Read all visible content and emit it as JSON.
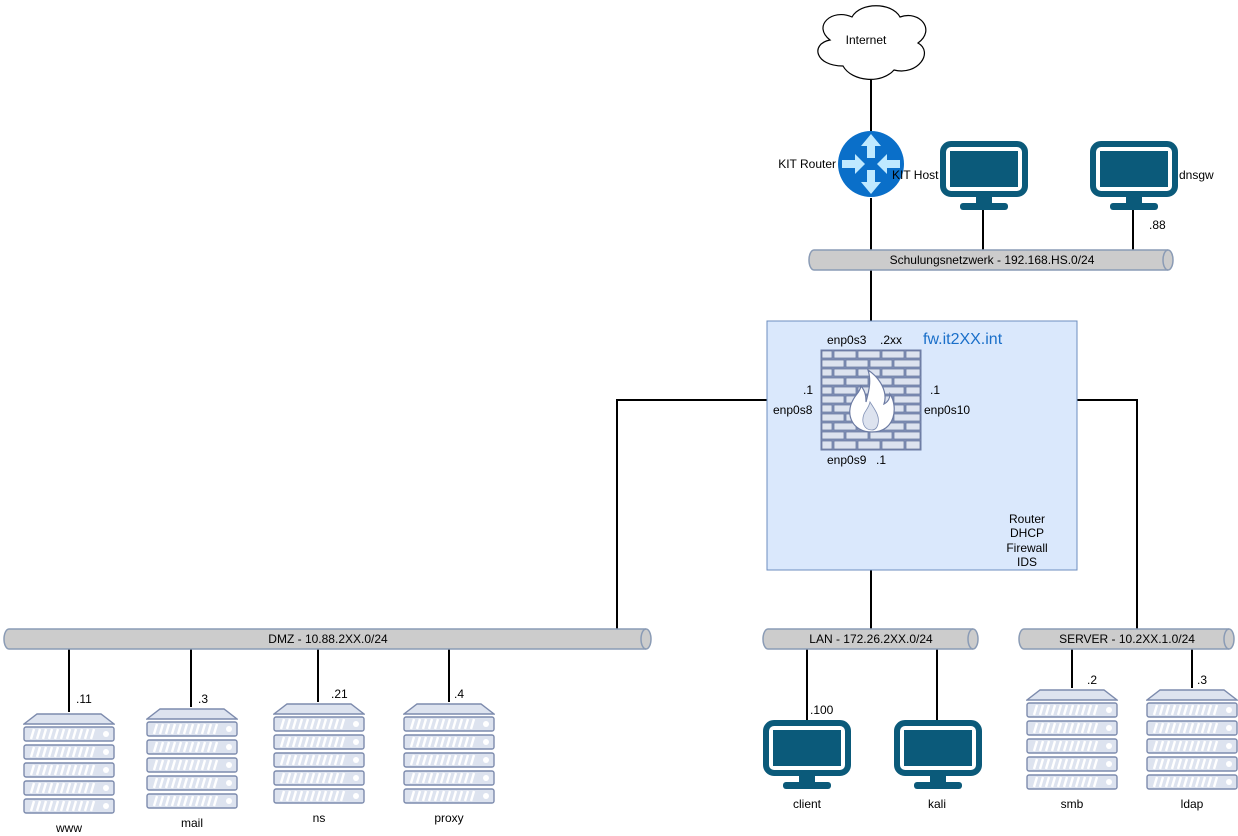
{
  "internet": {
    "label": "Internet"
  },
  "kit_router": {
    "label": "KIT Router",
    "icon": "router-icon"
  },
  "kit_host": {
    "label": "KIT Host",
    "icon": "monitor-icon"
  },
  "dnsgw": {
    "label": "dnsgw",
    "ip": ".88",
    "icon": "monitor-icon"
  },
  "networks": {
    "schulung": "Schulungsnetzwerk - 192.168.HS.0/24",
    "dmz": "DMZ - 10.88.2XX.0/24",
    "lan": "LAN - 172.26.2XX.0/24",
    "server": "SERVER - 10.2XX.1.0/24"
  },
  "firewall": {
    "title": "fw.it2XX.int",
    "icon": "firewall-icon",
    "if_top": {
      "name": "enp0s3",
      "ip": ".2xx"
    },
    "if_left": {
      "name": "enp0s8",
      "ip": ".1"
    },
    "if_right": {
      "name": "enp0s10",
      "ip": ".1"
    },
    "if_bottom": {
      "name": "enp0s9",
      "ip": ".1"
    },
    "roles": [
      "Router",
      "DHCP",
      "Firewall",
      "IDS"
    ]
  },
  "dmz_hosts": [
    {
      "name": "www",
      "ip": ".11"
    },
    {
      "name": "mail",
      "ip": ".3"
    },
    {
      "name": "ns",
      "ip": ".21"
    },
    {
      "name": "proxy",
      "ip": ".4"
    }
  ],
  "lan_hosts": [
    {
      "name": "client",
      "ip": ".100"
    },
    {
      "name": "kali",
      "ip": ""
    }
  ],
  "server_hosts": [
    {
      "name": "smb",
      "ip": ".2"
    },
    {
      "name": "ldap",
      "ip": ".3"
    }
  ],
  "colors": {
    "bus_fill": "#cccccc",
    "bus_stroke": "#8a9bb5",
    "monitor": "#0b5a7a",
    "router": "#0a6fc9",
    "server_fill": "#dde3ef",
    "server_stroke": "#7d8bad",
    "fw_box_fill": "#dae8fc",
    "fw_box_stroke": "#6c8ebf",
    "fw_title": "#1a6fc9"
  }
}
